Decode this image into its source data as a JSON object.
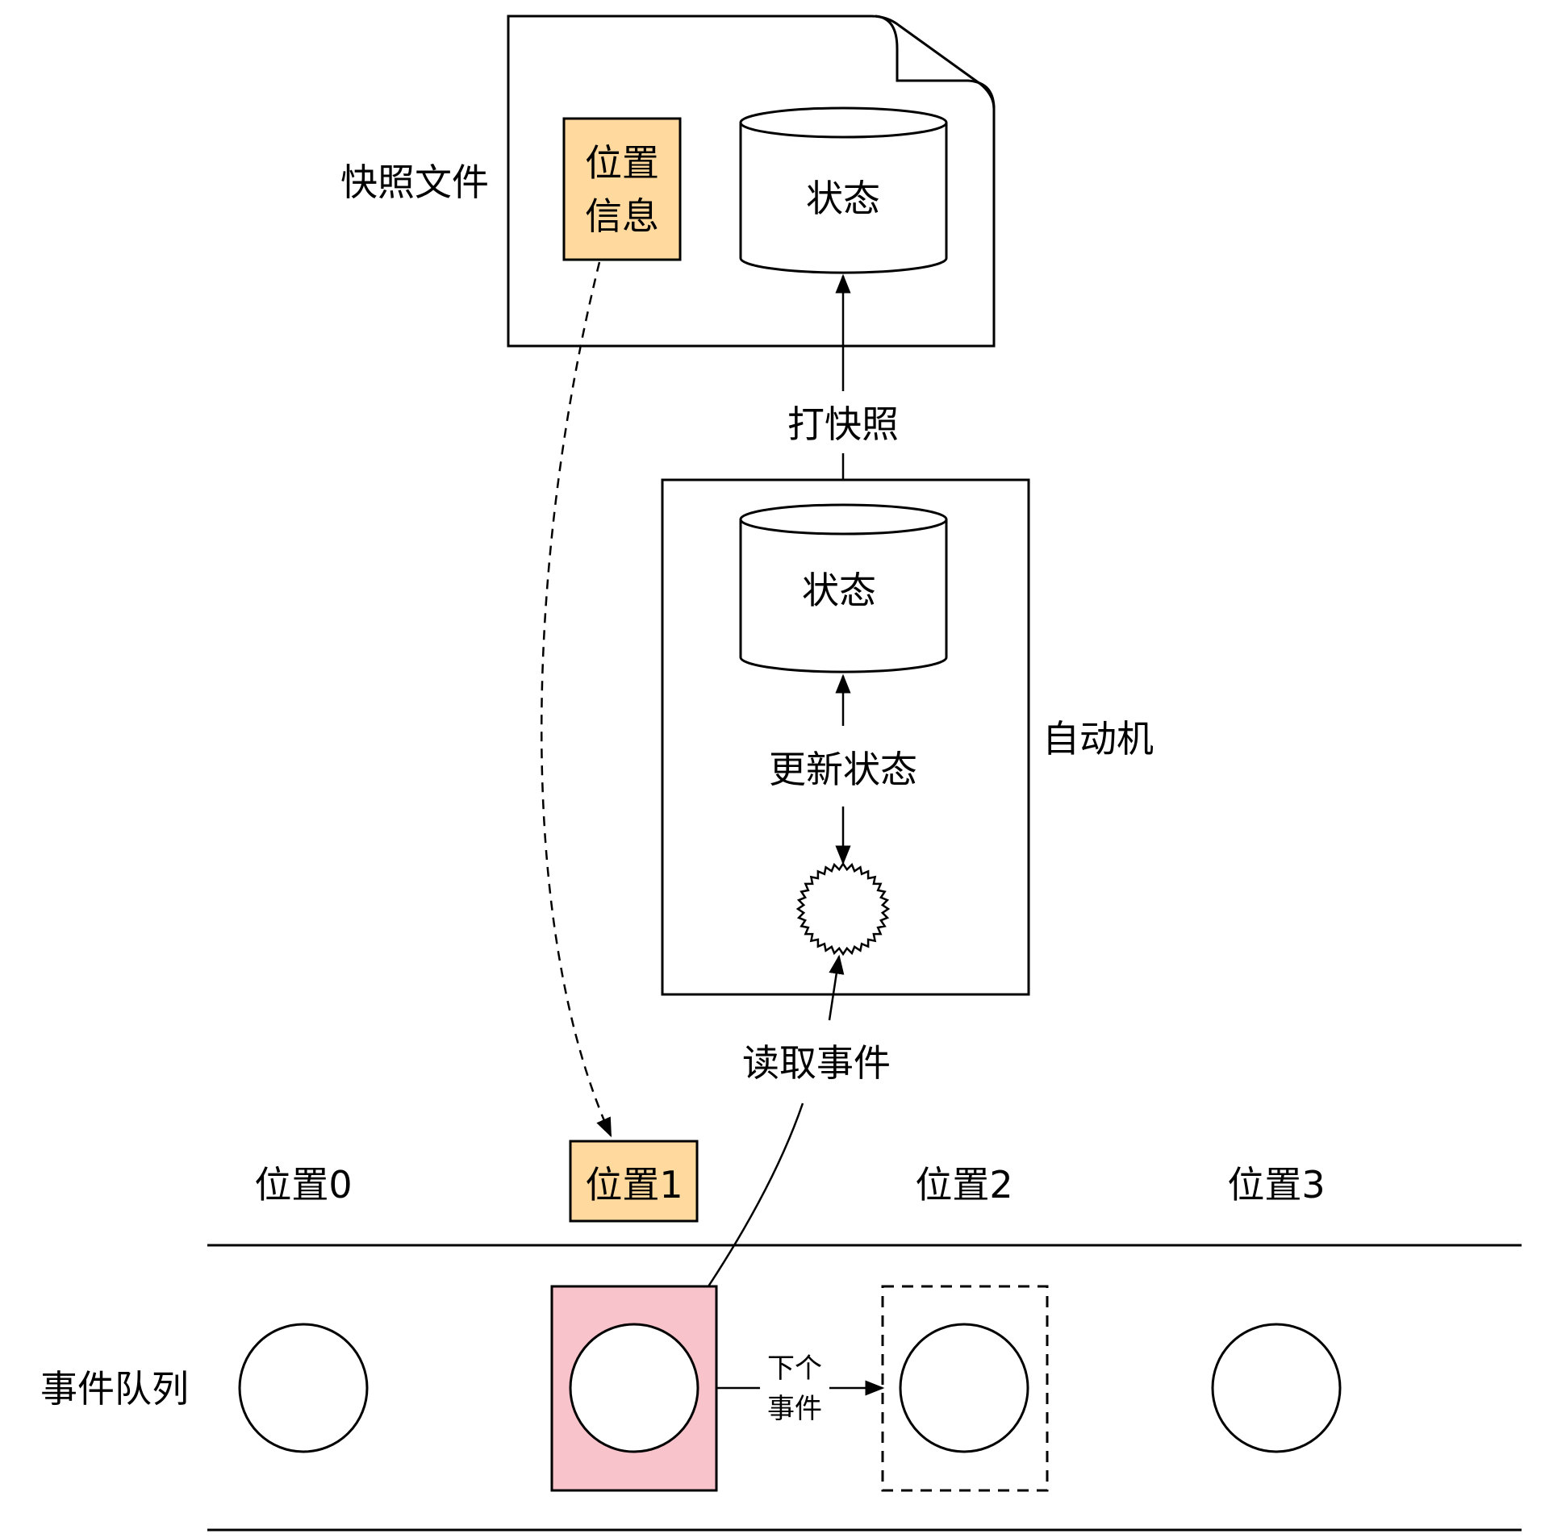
{
  "snapshot_file": {
    "label": "快照文件",
    "position_info": [
      "位置",
      "信息"
    ],
    "state_label": "状态"
  },
  "take_snapshot_label": "打快照",
  "automaton": {
    "label": "自动机",
    "state_label": "状态",
    "update_state_label": "更新状态"
  },
  "read_event_label": "读取事件",
  "event_queue": {
    "label": "事件队列",
    "positions": [
      "位置0",
      "位置1",
      "位置2",
      "位置3"
    ],
    "next_event_label": [
      "下个",
      "事件"
    ]
  },
  "colors": {
    "position_highlight": "#FFD99E",
    "current_event": "#F8C3CA",
    "stroke": "#000000"
  }
}
